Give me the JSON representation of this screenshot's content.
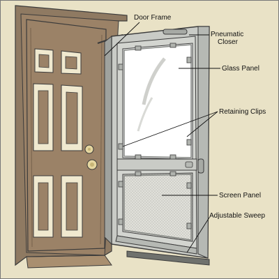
{
  "labels": {
    "door_frame": "Door Frame",
    "pneumatic_closer_line1": "Pneumatic",
    "pneumatic_closer_line2": "Closer",
    "glass_panel": "Glass Panel",
    "retaining_clips": "Retaining Clips",
    "screen_panel": "Screen Panel",
    "adjustable_sweep": "Adjustable Sweep"
  },
  "colors": {
    "background": "#e9e2c6",
    "door": "#9b8267",
    "door_frame": "#8f7a62",
    "door_inset": "#f0e9cf",
    "brass": "#e6d7a0",
    "storm_frame": "#c9cbc6",
    "storm_frame_dark": "#9fa29e",
    "glass": "#ffffff",
    "screen": "#dcdcd6",
    "outline": "#3b3b3b"
  }
}
